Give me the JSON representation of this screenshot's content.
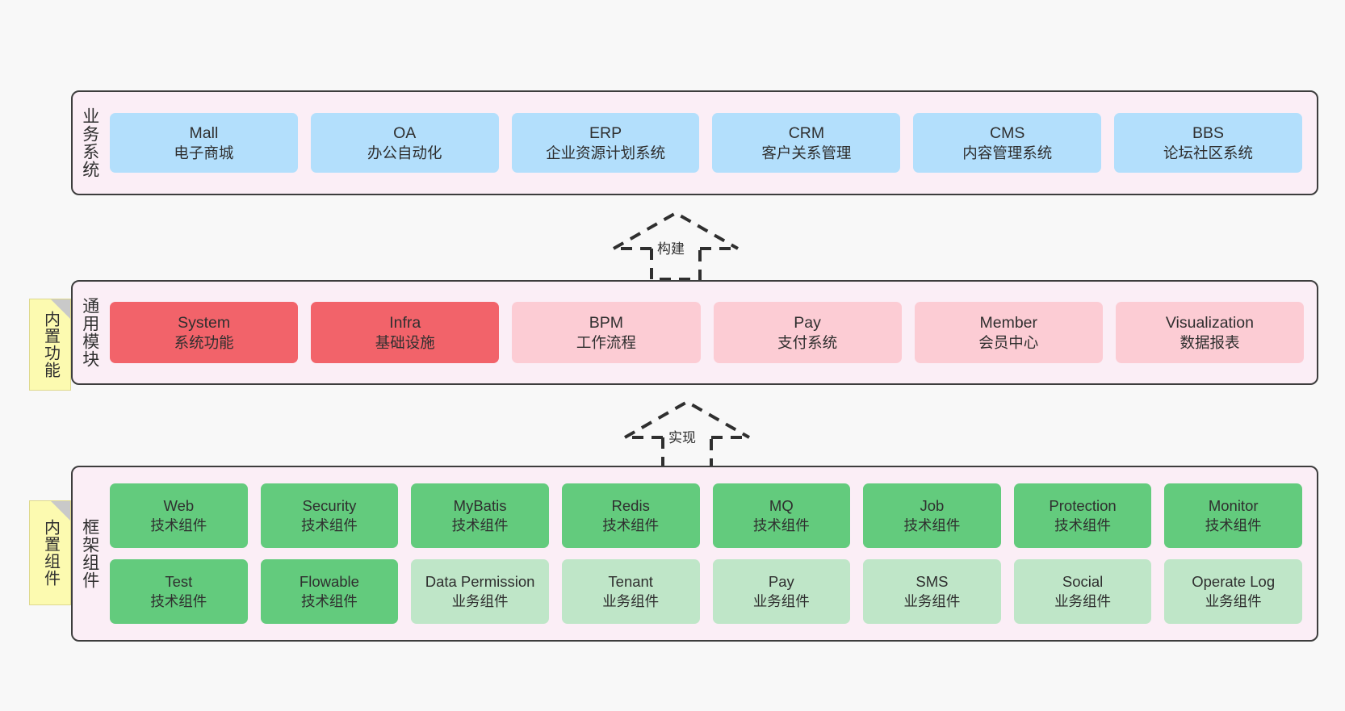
{
  "diagram": {
    "title_layers": {
      "business": "业务系统",
      "common": "通用模块",
      "framework": "框架组件"
    },
    "notes": {
      "builtin_features": "内置功能",
      "builtin_components": "内置组件"
    },
    "arrows": {
      "build": "构建",
      "implement": "实现"
    },
    "colors": {
      "container_bg": "#fbeef6",
      "container_border": "#3d3d3d",
      "business_card": "#b3dffc",
      "common_card_active": "#f2636a",
      "common_card_plain": "#fcccd4",
      "framework_tech_card": "#63cb7d",
      "framework_biz_card": "#bfe6c8",
      "note_bg": "#fcfab0",
      "page_bg": "#f8f8f8"
    }
  },
  "business_systems": [
    {
      "en": "Mall",
      "cn": "电子商城"
    },
    {
      "en": "OA",
      "cn": "办公自动化"
    },
    {
      "en": "ERP",
      "cn": "企业资源计划系统"
    },
    {
      "en": "CRM",
      "cn": "客户关系管理"
    },
    {
      "en": "CMS",
      "cn": "内容管理系统"
    },
    {
      "en": "BBS",
      "cn": "论坛社区系统"
    }
  ],
  "common_modules": [
    {
      "en": "System",
      "cn": "系统功能",
      "style": "c-red"
    },
    {
      "en": "Infra",
      "cn": "基础设施",
      "style": "c-red"
    },
    {
      "en": "BPM",
      "cn": "工作流程",
      "style": "c-pink"
    },
    {
      "en": "Pay",
      "cn": "支付系统",
      "style": "c-pink"
    },
    {
      "en": "Member",
      "cn": "会员中心",
      "style": "c-pink"
    },
    {
      "en": "Visualization",
      "cn": "数据报表",
      "style": "c-pink"
    }
  ],
  "framework_components_row1": [
    {
      "en": "Web",
      "cn": "技术组件",
      "style": "c-green"
    },
    {
      "en": "Security",
      "cn": "技术组件",
      "style": "c-green"
    },
    {
      "en": "MyBatis",
      "cn": "技术组件",
      "style": "c-green"
    },
    {
      "en": "Redis",
      "cn": "技术组件",
      "style": "c-green"
    },
    {
      "en": "MQ",
      "cn": "技术组件",
      "style": "c-green"
    },
    {
      "en": "Job",
      "cn": "技术组件",
      "style": "c-green"
    },
    {
      "en": "Protection",
      "cn": "技术组件",
      "style": "c-green"
    },
    {
      "en": "Monitor",
      "cn": "技术组件",
      "style": "c-green"
    }
  ],
  "framework_components_row2": [
    {
      "en": "Test",
      "cn": "技术组件",
      "style": "c-green"
    },
    {
      "en": "Flowable",
      "cn": "技术组件",
      "style": "c-green"
    },
    {
      "en": "Data Permission",
      "cn": "业务组件",
      "style": "c-lightgreen"
    },
    {
      "en": "Tenant",
      "cn": "业务组件",
      "style": "c-lightgreen"
    },
    {
      "en": "Pay",
      "cn": "业务组件",
      "style": "c-lightgreen"
    },
    {
      "en": "SMS",
      "cn": "业务组件",
      "style": "c-lightgreen"
    },
    {
      "en": "Social",
      "cn": "业务组件",
      "style": "c-lightgreen"
    },
    {
      "en": "Operate Log",
      "cn": "业务组件",
      "style": "c-lightgreen"
    }
  ]
}
